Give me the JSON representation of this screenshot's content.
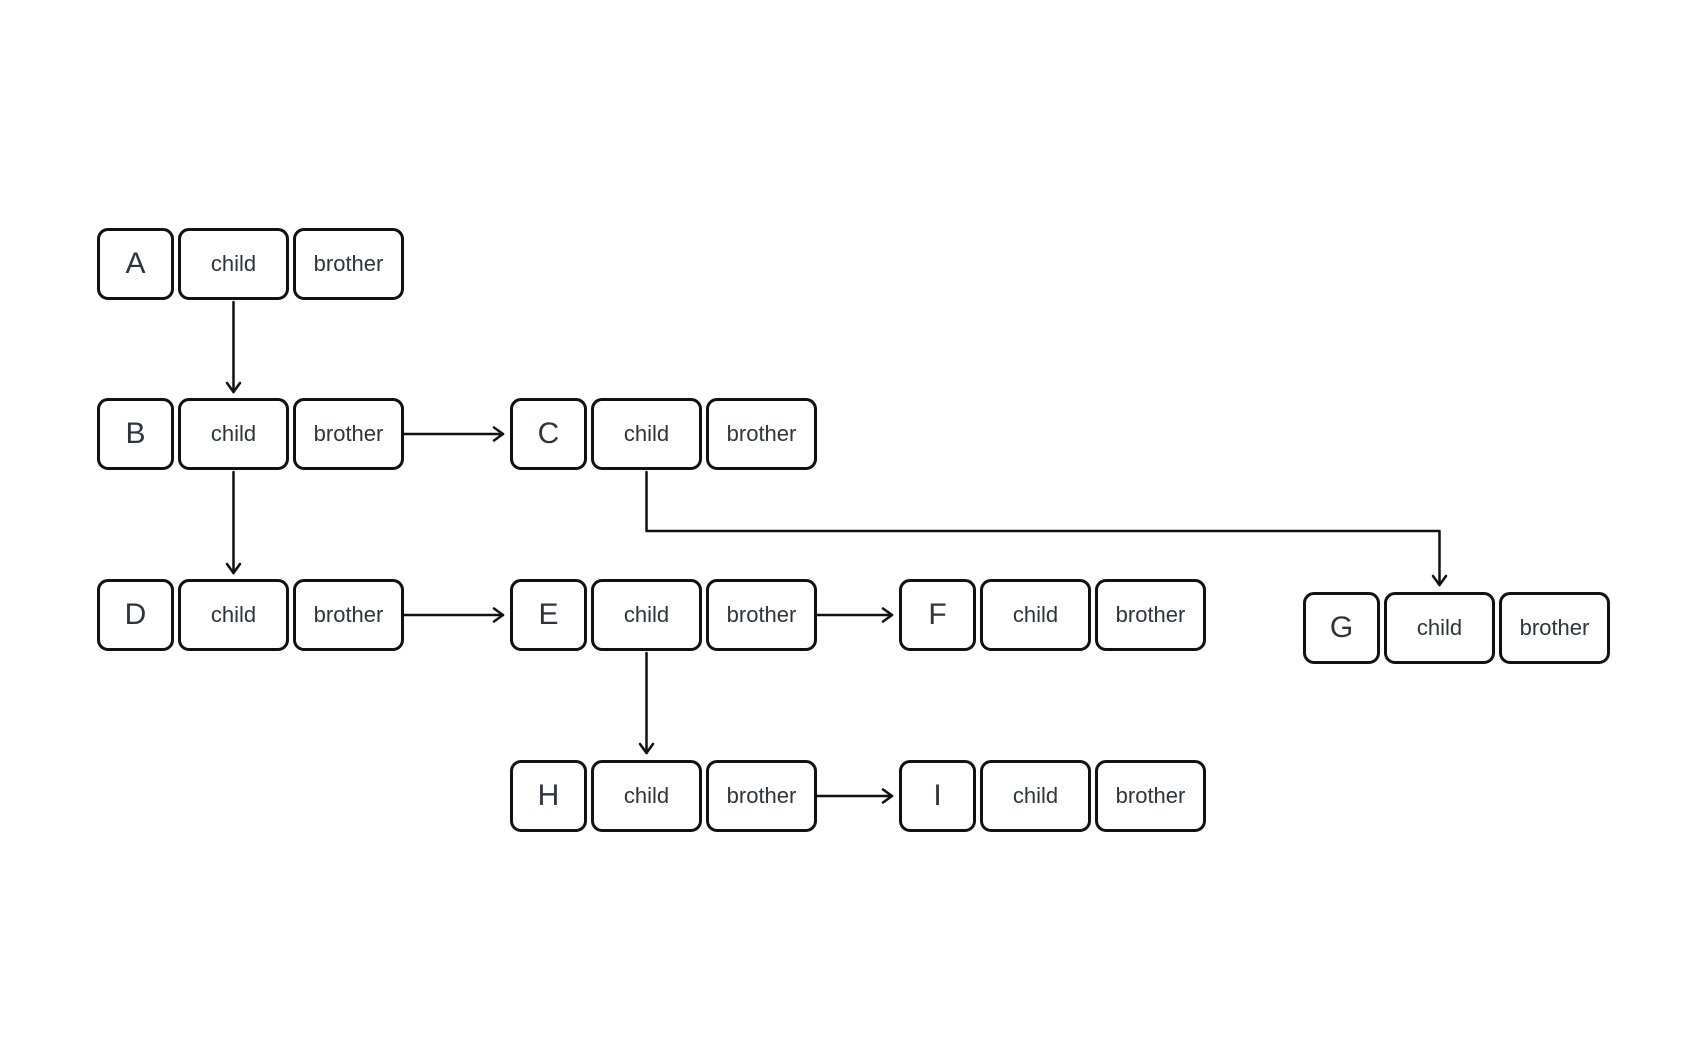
{
  "slot_labels": {
    "child": "child",
    "brother": "brother"
  },
  "nodes": {
    "A": {
      "label": "A"
    },
    "B": {
      "label": "B"
    },
    "C": {
      "label": "C"
    },
    "D": {
      "label": "D"
    },
    "E": {
      "label": "E"
    },
    "F": {
      "label": "F"
    },
    "G": {
      "label": "G"
    },
    "H": {
      "label": "H"
    },
    "I": {
      "label": "I"
    }
  },
  "edges": [
    {
      "from": "A",
      "pointer": "child",
      "to": "B"
    },
    {
      "from": "B",
      "pointer": "brother",
      "to": "C"
    },
    {
      "from": "B",
      "pointer": "child",
      "to": "D"
    },
    {
      "from": "C",
      "pointer": "child",
      "to": "G"
    },
    {
      "from": "D",
      "pointer": "brother",
      "to": "E"
    },
    {
      "from": "E",
      "pointer": "brother",
      "to": "F"
    },
    {
      "from": "E",
      "pointer": "child",
      "to": "H"
    },
    {
      "from": "H",
      "pointer": "brother",
      "to": "I"
    }
  ],
  "colors": {
    "background": "#ffffff",
    "box_border": "#111111",
    "text": "#2e343c",
    "arrow": "#111111"
  }
}
